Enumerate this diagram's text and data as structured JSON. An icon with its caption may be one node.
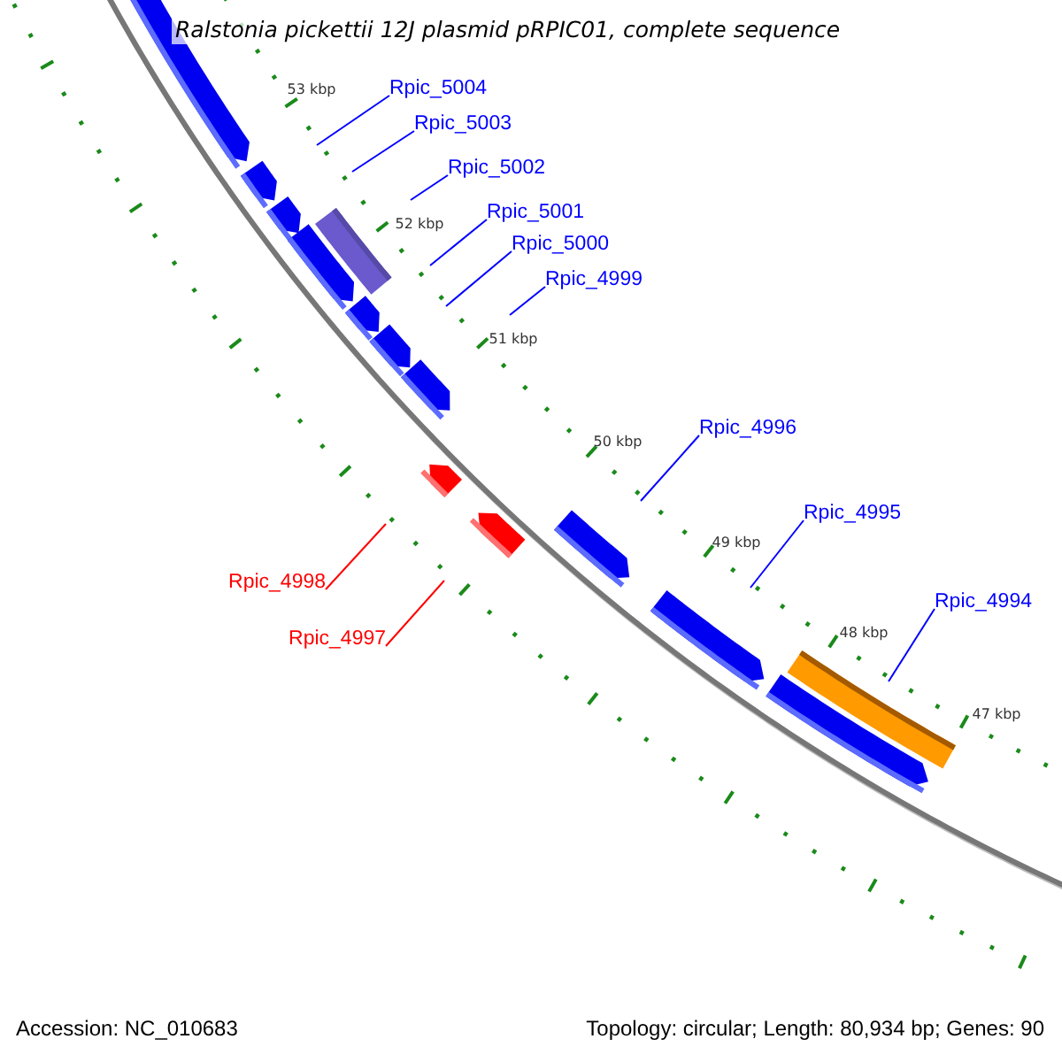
{
  "diagram": {
    "title": "Ralstonia pickettii 12J plasmid pRPIC01, complete sequence",
    "nodes": [
      {
        "text": [
          "Rpic_5004"
        ]
      },
      {
        "text": [
          "Rpic_5003"
        ]
      },
      {
        "text": [
          "Rpic_5002"
        ]
      },
      {
        "text": [
          "Rpic_5001"
        ]
      },
      {
        "text": [
          "Rpic_5000"
        ]
      },
      {
        "text": [
          "Rpic_4999"
        ]
      },
      {
        "text": [
          "Rpic_4996"
        ]
      },
      {
        "text": [
          "Rpic_4995"
        ]
      },
      {
        "text": [
          "Rpic_4998"
        ]
      },
      {
        "text": [
          "Rpic_4994"
        ]
      },
      {
        "text": [
          "Rpic_4997"
        ]
      }
    ],
    "edges": [
      {
        "from": 0,
        "to": null,
        "arrow": "none"
      },
      {
        "from": 1,
        "to": null,
        "arrow": "none"
      },
      {
        "from": 2,
        "to": null,
        "arrow": "none"
      },
      {
        "from": 3,
        "to": null,
        "arrow": "none"
      },
      {
        "from": 4,
        "to": null,
        "arrow": "none"
      },
      {
        "from": 5,
        "to": null,
        "arrow": "none"
      },
      {
        "from": 6,
        "to": null,
        "arrow": "none"
      },
      {
        "from": 7,
        "to": null,
        "arrow": "none"
      },
      {
        "from": 8,
        "to": null,
        "arrow": "none",
        "color": "#ff0000"
      },
      {
        "from": 9,
        "to": null,
        "arrow": "none"
      },
      {
        "from": 10,
        "to": null,
        "arrow": "none",
        "color": "#ff0000"
      }
    ],
    "labels": [
      "53 kbp",
      "52 kbp",
      "51 kbp",
      "50 kbp",
      "49 kbp",
      "48 kbp",
      "47 kbp",
      "Accession: NC_010683",
      "Topology: circular; Length: 80,934 bp; Genes: 90"
    ]
  }
}
